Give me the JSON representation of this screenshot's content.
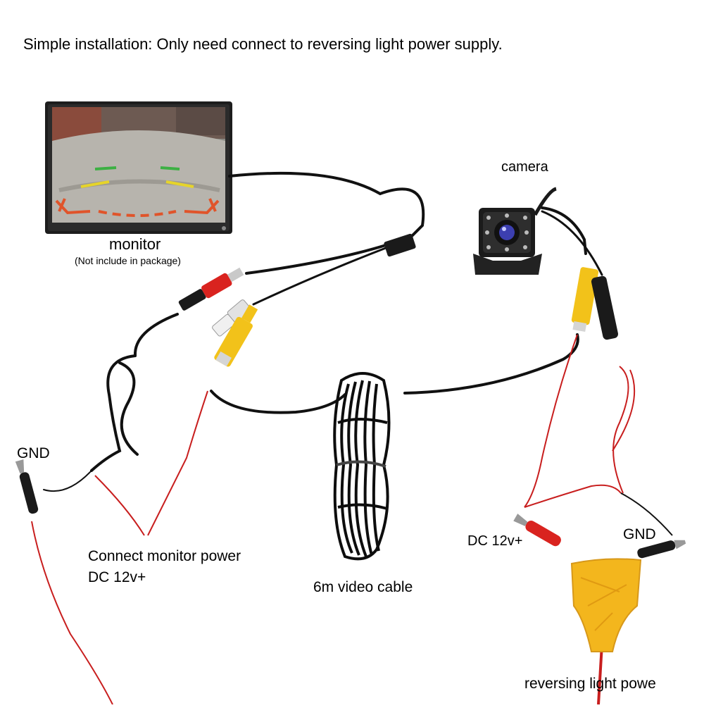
{
  "heading": "Simple installation: Only need connect to reversing light power supply.",
  "monitor": {
    "label": "monitor",
    "note": "(Not include in package)"
  },
  "camera": {
    "label": "camera"
  },
  "left_ground": {
    "label": "GND"
  },
  "monitor_power": {
    "line1": "Connect monitor power",
    "line2": "DC 12v+"
  },
  "video_cable": {
    "label": "6m video cable"
  },
  "reversing_power": {
    "dc_label": "DC 12v+",
    "gnd_label": "GND",
    "label": "reversing light powe"
  },
  "colors": {
    "cable": "#111111",
    "red_wire": "#c81e1e",
    "rca_yellow": "#f2c21a",
    "rca_red": "#d9231f",
    "rca_white": "#f0f0f0",
    "tape": "#f3b61d"
  }
}
